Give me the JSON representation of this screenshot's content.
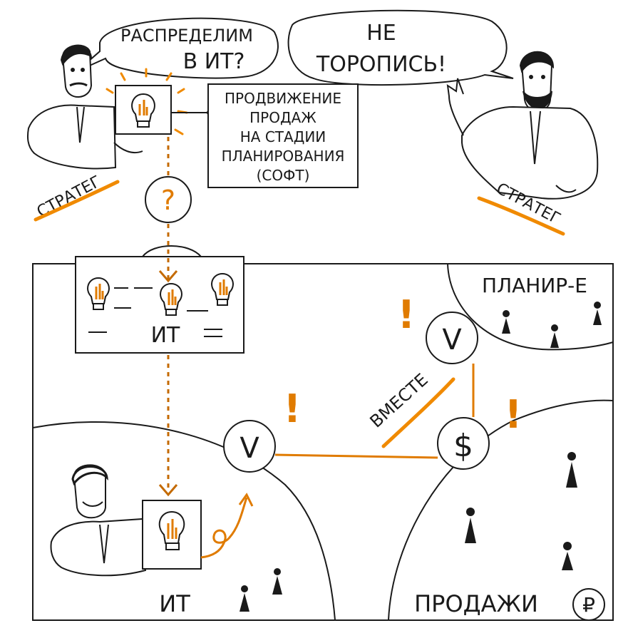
{
  "speech": {
    "left_line1": "РАСПРЕДЕЛИМ",
    "left_line2": "В ИТ?",
    "right_line1": "НЕ",
    "right_line2": "ТОРОПИСЬ!"
  },
  "note": {
    "line1": "ПРОДВИЖЕНИЕ",
    "line2": "ПРОДАЖ",
    "line3": "НА СТАДИИ",
    "line4": "ПЛАНИРОВАНИЯ",
    "line5": "(СОФТ)"
  },
  "roles": {
    "left_label": "СТРАТЕГ",
    "right_label": "СТРАТЕГ"
  },
  "symbols": {
    "question": "?",
    "check": "V",
    "dollar": "$",
    "ruble": "₽",
    "exclaim": "!"
  },
  "zones": {
    "planning": "ПЛАНИР-Е",
    "it_box": "ИТ",
    "it_zone": "ИТ",
    "sales": "ПРОДАЖИ"
  },
  "together": "ВМЕСТЕ",
  "colors": {
    "ink": "#1a1a1a",
    "accent": "#f08a00"
  }
}
